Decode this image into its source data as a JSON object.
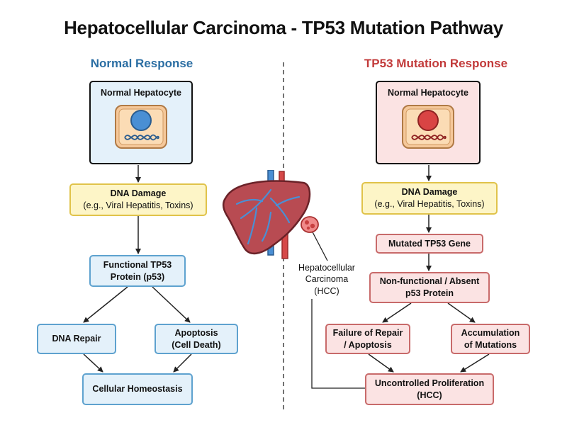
{
  "title": "Hepatocellular Carcinoma - TP53 Mutation Pathway",
  "normal": {
    "heading": "Normal Response",
    "cell_label": "Normal Hepatocyte",
    "damage_title": "DNA Damage",
    "damage_sub": "(e.g., Viral Hepatitis, Toxins)",
    "protein_line1": "Functional TP53",
    "protein_line2": "Protein (p53)",
    "repair": "DNA Repair",
    "apoptosis_line1": "Apoptosis",
    "apoptosis_line2": "(Cell Death)",
    "homeostasis": "Cellular Homeostasis"
  },
  "mutation": {
    "heading": "TP53 Mutation Response",
    "cell_label": "Normal Hepatocyte",
    "damage_title": "DNA Damage",
    "damage_sub": "(e.g., Viral Hepatitis, Toxins)",
    "mutated_gene": "Mutated TP53 Gene",
    "protein_line1": "Non-functional / Absent",
    "protein_line2": "p53 Protein",
    "failure_line1": "Failure of Repair",
    "failure_line2": "/ Apoptosis",
    "accum_line1": "Accumulation",
    "accum_line2": "of Mutations",
    "prolif_line1": "Uncontrolled Proliferation",
    "prolif_line2": "(HCC)"
  },
  "liver": {
    "label_line1": "Hepatocellular",
    "label_line2": "Carcinoma",
    "label_line3": "(HCC)"
  },
  "colors": {
    "normal_accent": "#2b6ea3",
    "mutation_accent": "#c23a3a",
    "blue_fill": "#e4f1fa",
    "yellow_fill": "#fdf5c7",
    "red_fill": "#fbe3e3"
  }
}
